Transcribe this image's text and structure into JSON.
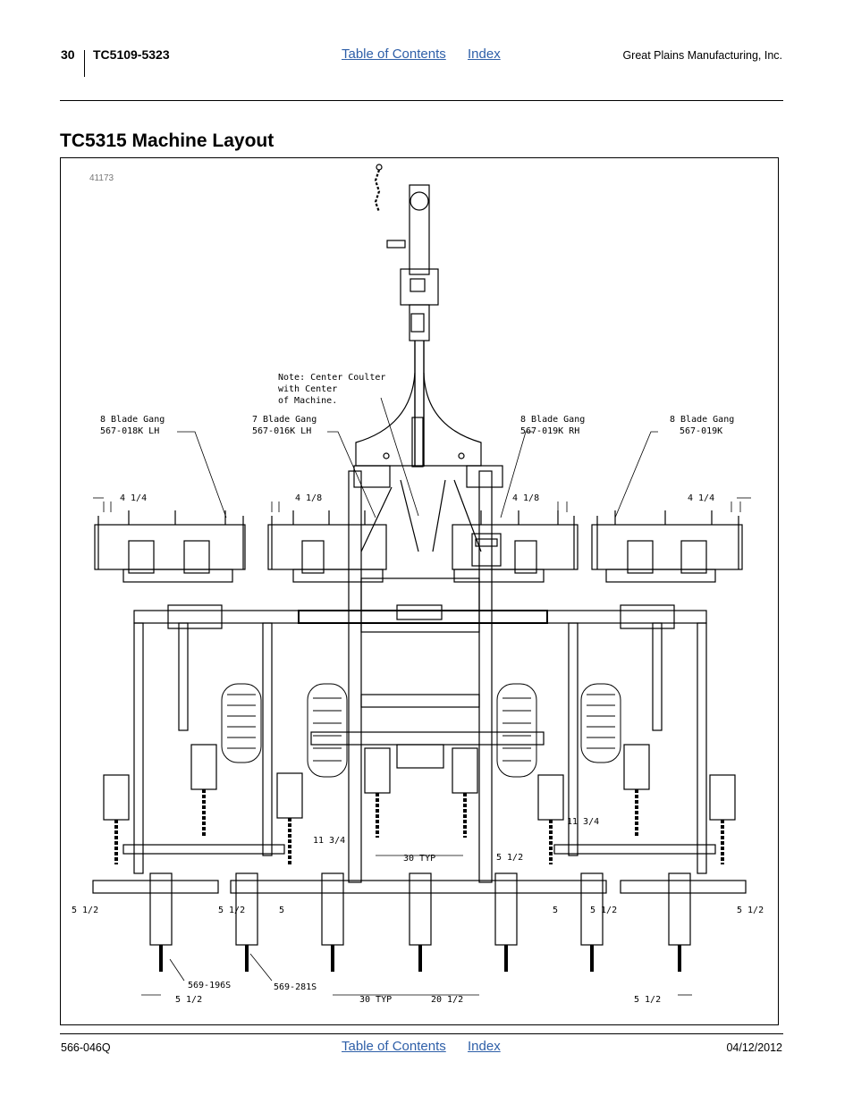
{
  "header": {
    "page_number": "30",
    "doc_id": "TC5109-5323",
    "toc_link": "Table of Contents",
    "index_link": "Index",
    "company": "Great Plains Manufacturing, Inc."
  },
  "title": "TC5315 Machine Layout",
  "figure": {
    "number": "41173",
    "note_lines": [
      "Note: Center Coulter",
      "with Center",
      "of Machine."
    ],
    "gangs": [
      {
        "line1": "8 Blade Gang",
        "line2": "567-018K LH"
      },
      {
        "line1": "7 Blade Gang",
        "line2": "567-016K LH"
      },
      {
        "line1": "8 Blade Gang",
        "line2": "567-019K RH"
      },
      {
        "line1": "8 Blade Gang",
        "line2": "567-019K"
      }
    ],
    "dims": {
      "d_4_1_4_left": "4 1/4",
      "d_4_1_8_left": "4 1/8",
      "d_4_1_8_right": "4 1/8",
      "d_4_1_4_right": "4 1/4",
      "d_11_3_4_left": "11 3/4",
      "d_11_3_4_right": "11 3/4",
      "d_30_typ_mid": "30 TYP",
      "d_5_1_2_mid": "5 1/2",
      "d_5_1_2_a": "5 1/2",
      "d_5_1_2_b": "5 1/2",
      "d_5_a": "5",
      "d_5_b": "5",
      "d_5_1_2_c": "5 1/2",
      "d_5_1_2_d": "5 1/2",
      "d_5_1_2_bl": "5 1/2",
      "d_30_typ_bot": "30 TYP",
      "d_20_1_2": "20 1/2",
      "d_5_1_2_br": "5 1/2"
    },
    "parts": {
      "p1": "569-196S",
      "p2": "569-281S"
    }
  },
  "footer": {
    "doc_code": "566-046Q",
    "toc_link": "Table of Contents",
    "index_link": "Index",
    "date": "04/12/2012"
  }
}
